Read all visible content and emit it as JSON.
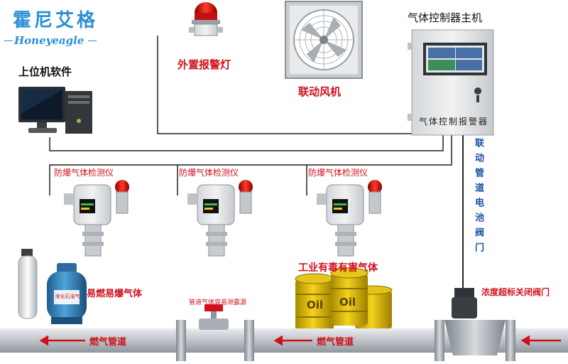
{
  "logo": {
    "cn": "霍尼艾格",
    "en": "Honeyeagle"
  },
  "labels": {
    "pc_software": "上位机软件",
    "alarm_light": "外置报警灯",
    "fan": "联动风机",
    "controller_title": "气体控制器主机",
    "controller_panel": "气体控制报警器",
    "detector_1": "防爆气体检测仪",
    "detector_2": "防爆气体检测仪",
    "detector_3": "防爆气体检测仪",
    "linkage_valve": "联动管道电池阀门",
    "toxic_gas": "工业有毒有害气体",
    "flammable_gas": "易燃易爆气体",
    "leak_point": "管道气体容易泄露源",
    "valve_close": "浓度超标关闭阀门",
    "pipeline_left": "燃气管道",
    "pipeline_right": "燃气管道",
    "oil_1": "Oil",
    "oil_2": "Oil",
    "tank_text": "液化石油气"
  },
  "colors": {
    "accent_blue": "#2a8fd6",
    "alarm_red": "#d0101a",
    "pipe_gray": "#b9bec4",
    "wire": "#222222"
  }
}
